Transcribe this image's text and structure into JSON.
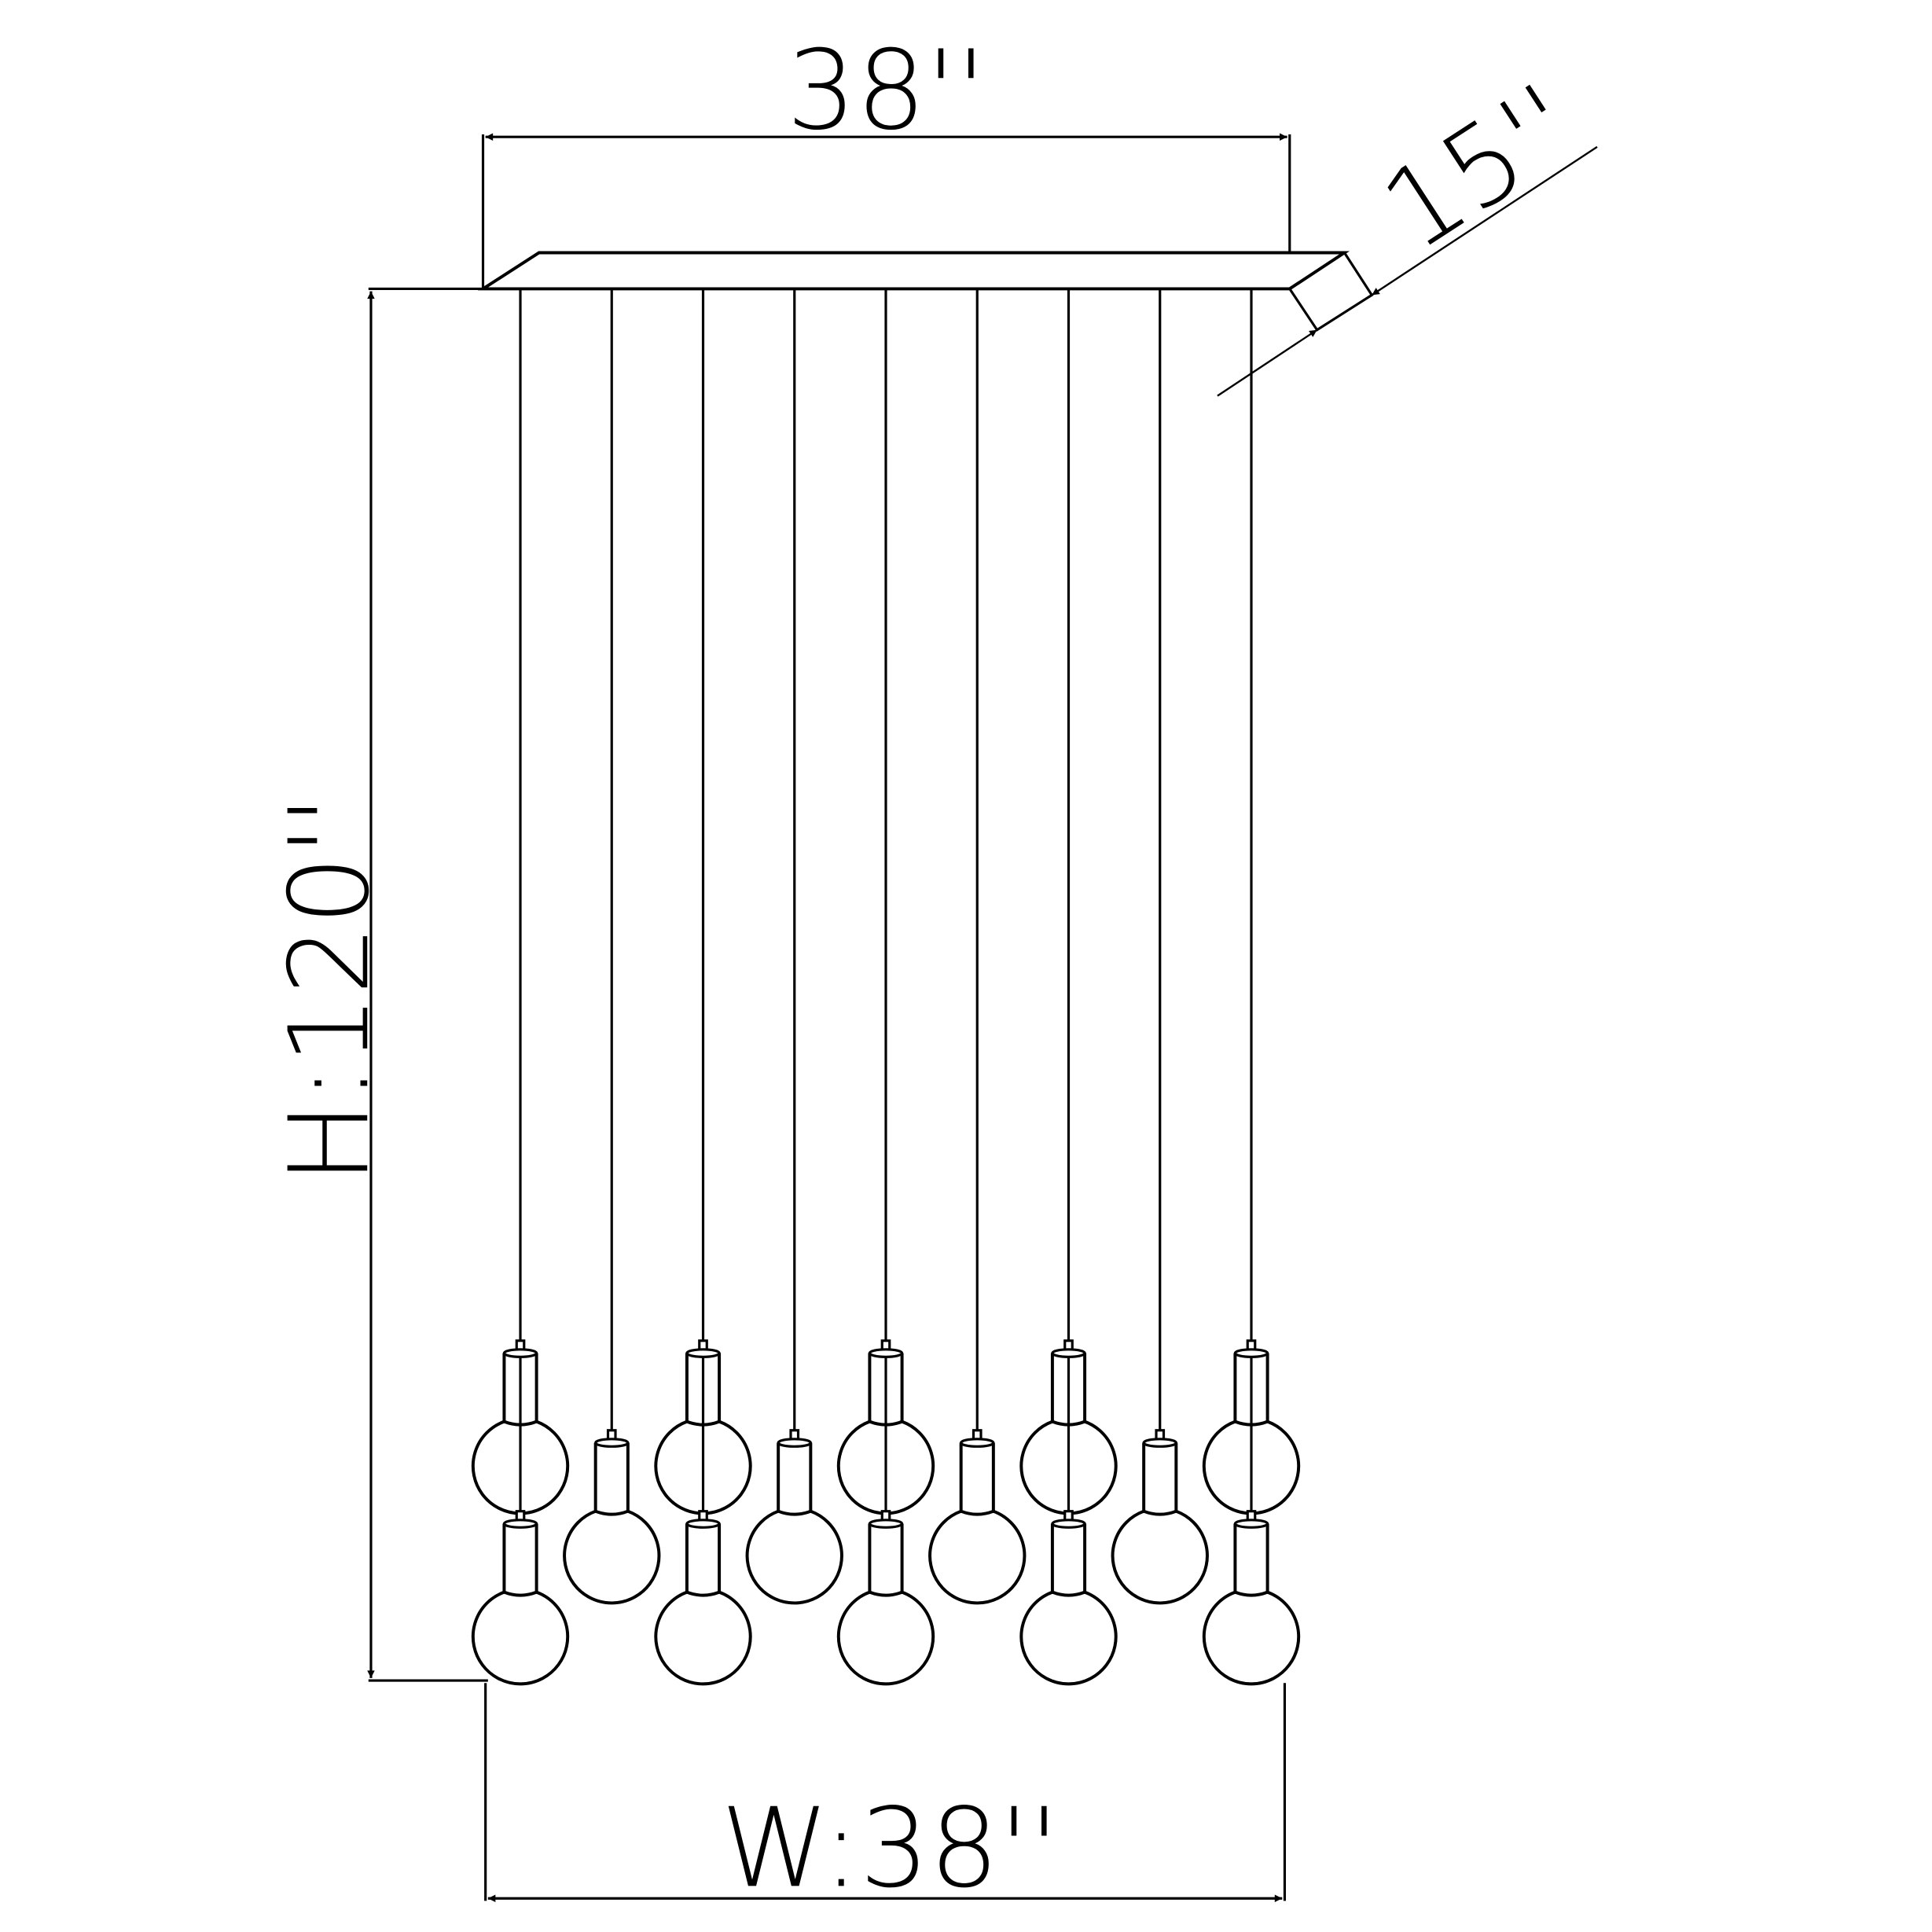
{
  "dimensions": {
    "top_width": "38''",
    "depth": "15''",
    "height": "H:120''",
    "bottom_width": "W:38''"
  },
  "fixture": {
    "cord_count": 9,
    "pendant_count": 14
  },
  "colors": {
    "line": "#000000",
    "background": "#ffffff"
  }
}
